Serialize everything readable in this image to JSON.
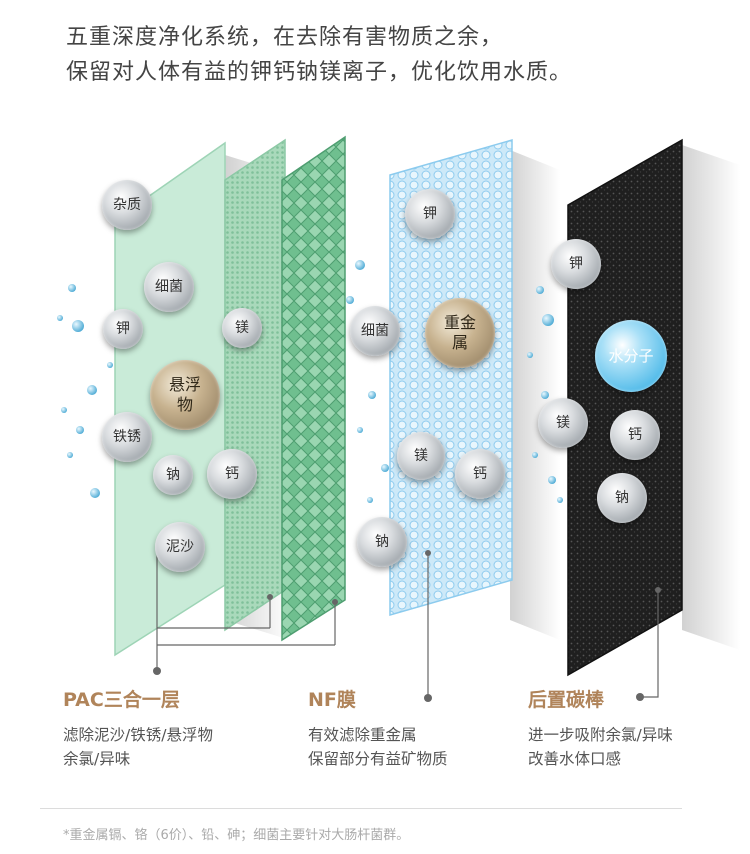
{
  "headline": {
    "line1": "五重深度净化系统，在去除有害物质之余，",
    "line2": "保留对人体有益的钾钙钠镁离子，优化饮用水质。"
  },
  "particles": {
    "layer1": {
      "zazhi": "杂质",
      "xijun": "细菌",
      "jia": "钾",
      "mei": "镁",
      "xuanfu_line1": "悬浮",
      "xuanfu_line2": "物",
      "tiexiu": "铁锈",
      "na": "钠",
      "gai": "钙",
      "nisha": "泥沙"
    },
    "layer2": {
      "jia": "钾",
      "xijun": "细菌",
      "zhongjinshu_line1": "重金",
      "zhongjinshu_line2": "属",
      "mei": "镁",
      "gai": "钙",
      "na": "钠"
    },
    "layer3": {
      "jia": "钾",
      "shuifenzi": "水分子",
      "mei": "镁",
      "gai": "钙",
      "na": "钠"
    }
  },
  "labels": {
    "pac": {
      "title": "PAC三合一层",
      "desc1": "滤除泥沙/铁锈/悬浮物",
      "desc2": "余氯/异味"
    },
    "nf": {
      "title": "NF膜",
      "desc1": "有效滤除重金属",
      "desc2": "保留部分有益矿物质"
    },
    "carbon": {
      "title": "后置碳棒",
      "desc1": "进一步吸附余氯/异味",
      "desc2": "改善水体口感"
    }
  },
  "footnote": "*重金属镉、铬（6价）、铅、砷；细菌主要针对大肠杆菌群。",
  "colors": {
    "accent_title": "#b0845a",
    "pac_green": "#c8ead6",
    "nf_blue": "#bfe3f7",
    "carbon_black": "#1c1c1c",
    "water_blue": "#3fb3e6"
  }
}
